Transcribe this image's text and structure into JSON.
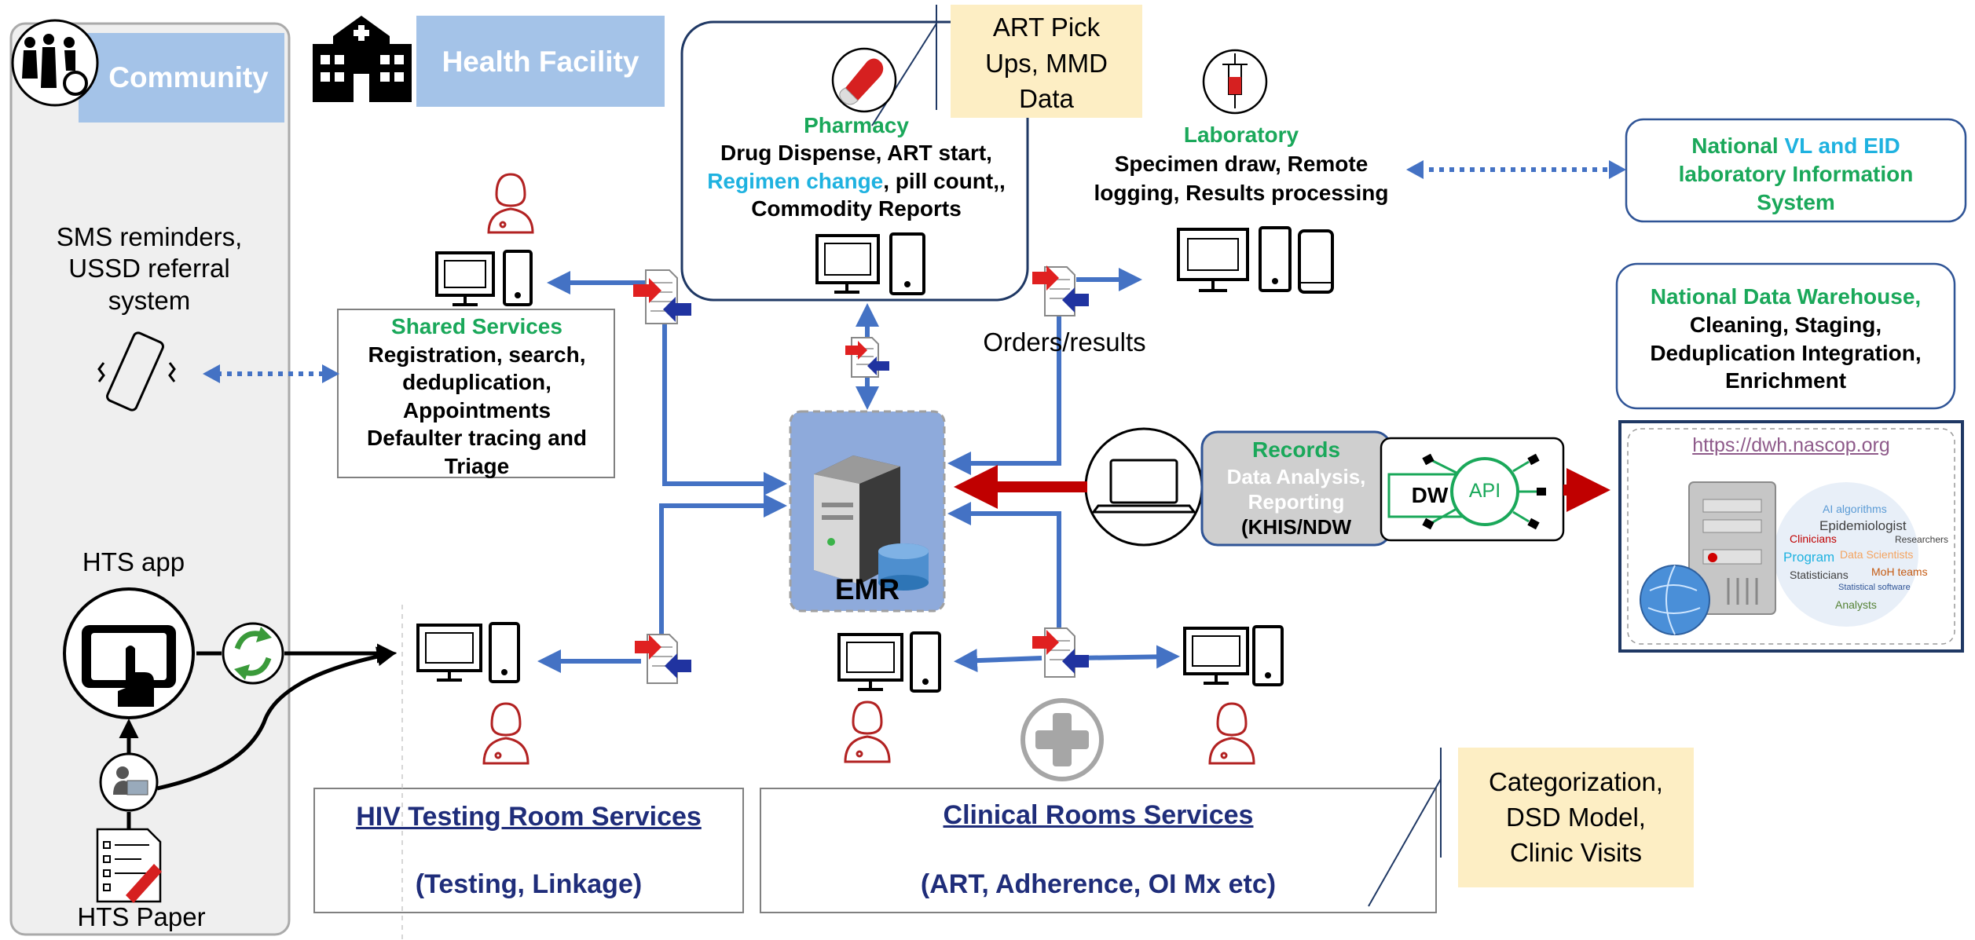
{
  "community": {
    "label": "Community"
  },
  "health_facility": {
    "label": "Health Facility"
  },
  "sms": {
    "line1": "SMS reminders,",
    "line2": "USSD referral",
    "line3": "system"
  },
  "hts_app": {
    "label": "HTS app"
  },
  "hts_paper": {
    "label": "HTS Paper"
  },
  "shared_services": {
    "title": "Shared Services",
    "line1": "Registration, search,",
    "line2": "deduplication,",
    "line3": "Appointments",
    "line4": "Defaulter tracing and",
    "line5": "Triage"
  },
  "pharmacy": {
    "title": "Pharmacy",
    "line1": "Drug Dispense, ART start,",
    "line2_highlight": "Regimen change",
    "line2_rest": ", pill count,,",
    "line3": "Commodity Reports"
  },
  "art_pickups": {
    "line1": "ART Pick",
    "line2": "Ups, MMD",
    "line3": "Data"
  },
  "laboratory": {
    "title": "Laboratory",
    "line1": "Specimen draw, Remote",
    "line2": "logging, Results processing"
  },
  "national_vl": {
    "title_part1": "National ",
    "title_part2": "VL and EID",
    "line2": "laboratory Information",
    "line3": "System"
  },
  "orders_results": {
    "label": "Orders/results"
  },
  "national_dwh": {
    "title": "National Data Warehouse,",
    "line1": "Cleaning, Staging,",
    "line2": "Deduplication Integration,",
    "line3": "Enrichment"
  },
  "emr": {
    "label": "EMR"
  },
  "records": {
    "title": "Records",
    "line1": "Data Analysis,",
    "line2": "Reporting",
    "line3": "(KHIS/NDW"
  },
  "dw_api": {
    "dw": "DW",
    "api": "API"
  },
  "dwh_site": {
    "url": "https://dwh.nascop.org",
    "cloud_words": [
      "AI algorithms",
      "Epidemiologist",
      "Clinicians",
      "Researchers",
      "Program",
      "Data Scientists",
      "Statisticians",
      "MoH teams",
      "Statistical software",
      "Analysts"
    ]
  },
  "hiv_testing": {
    "title": "HIV Testing Room Services",
    "subtitle": "(Testing, Linkage)"
  },
  "clinical_rooms": {
    "title": "Clinical Rooms Services",
    "subtitle": "(ART, Adherence, OI Mx etc)"
  },
  "categorization": {
    "line1": "Categorization,",
    "line2": "DSD Model,",
    "line3": "Clinic Visits"
  },
  "colors": {
    "blue_arrow": "#4472c4",
    "red_arrow": "#c00000",
    "green": "#1aa85a",
    "cyan": "#1fb2e0",
    "light_blue_fill": "#a4c3e8",
    "note_yellow": "#fdeec4",
    "dark_navy": "#1f3864",
    "title_navy": "#1f2d7a"
  }
}
